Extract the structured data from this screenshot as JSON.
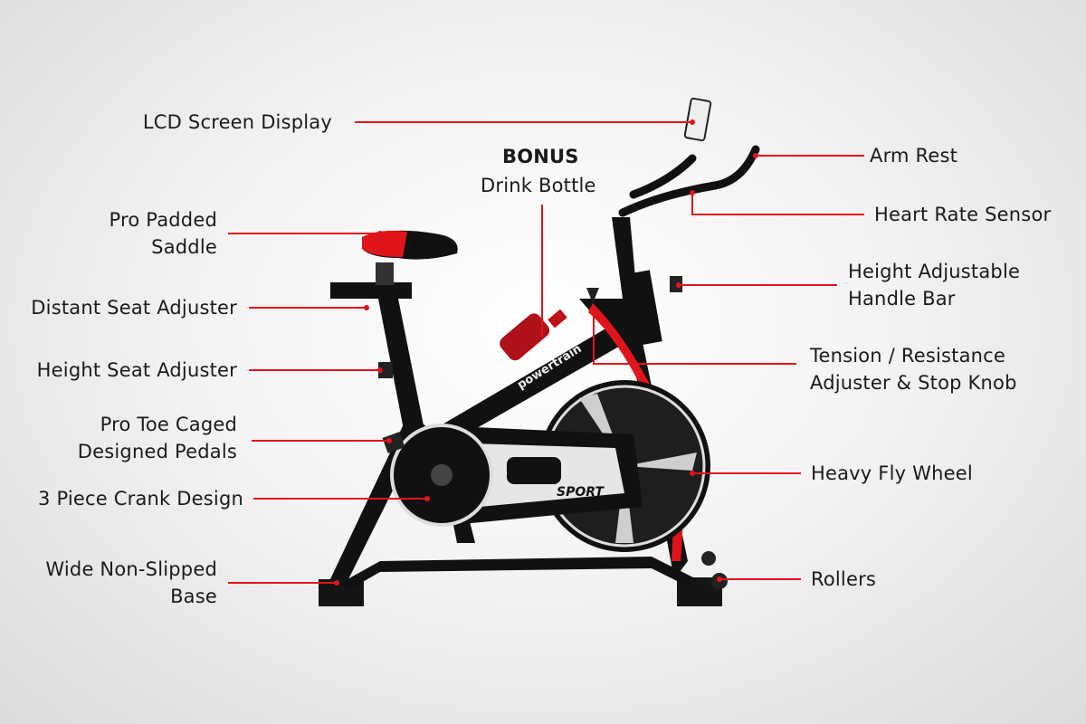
{
  "colors": {
    "accent": "#e0151b",
    "frame": "#111111",
    "text": "#1a1a1a"
  },
  "brand_text": "powertrain",
  "model_text": "SPORT",
  "labels": {
    "lcd": "LCD Screen Display",
    "bonus_title": "BONUS",
    "bonus_item": "Drink Bottle",
    "arm_rest": "Arm Rest",
    "heart_rate": "Heart Rate Sensor",
    "saddle_1": "Pro Padded",
    "saddle_2": "Saddle",
    "distant_seat": "Distant Seat Adjuster",
    "handle_1": "Height Adjustable",
    "handle_2": "Handle Bar",
    "height_seat": "Height Seat Adjuster",
    "tension_1": "Tension / Resistance",
    "tension_2": "Adjuster & Stop Knob",
    "pedals_1": "Pro Toe Caged",
    "pedals_2": "Designed Pedals",
    "crank": "3 Piece Crank Design",
    "flywheel": "Heavy Fly Wheel",
    "base_1": "Wide Non-Slipped",
    "base_2": "Base",
    "rollers": "Rollers"
  }
}
